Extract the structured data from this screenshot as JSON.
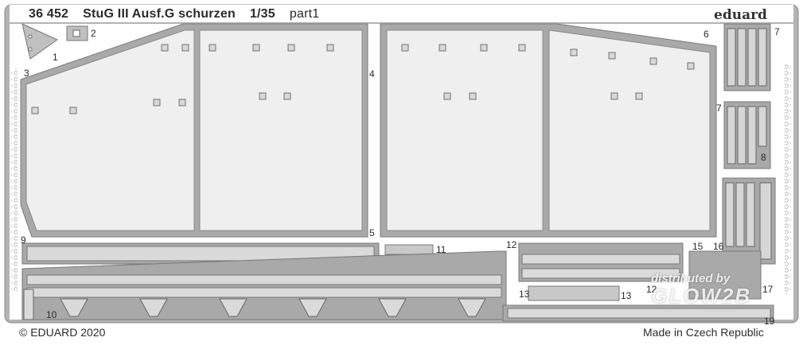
{
  "header": {
    "catalog_number": "36 452",
    "product_name": "StuG III Ausf.G schurzen",
    "scale": "1/35",
    "part": "part1",
    "brand": "eduard"
  },
  "footer": {
    "copyright": "© EDUARD 2020",
    "origin": "Made in Czech Republic"
  },
  "part_numbers": {
    "p1": "1",
    "p2": "2",
    "p3": "3",
    "p4": "4",
    "p5": "5",
    "p6": "6",
    "p7a": "7",
    "p7b": "7",
    "p8": "8",
    "p9": "9",
    "p10": "10",
    "p11": "11",
    "p12a": "12",
    "p12b": "12",
    "p13a": "13",
    "p13b": "13",
    "p15": "15",
    "p16": "16",
    "p17": "17",
    "p19": "19"
  },
  "watermark": {
    "line1": "distributed by",
    "line2": "GLOW2B"
  },
  "colors": {
    "fret": "#b3b3b3",
    "fret_edge": "#8a8a8a",
    "panel": "#c2c2c2",
    "text": "#2b2b2b"
  }
}
